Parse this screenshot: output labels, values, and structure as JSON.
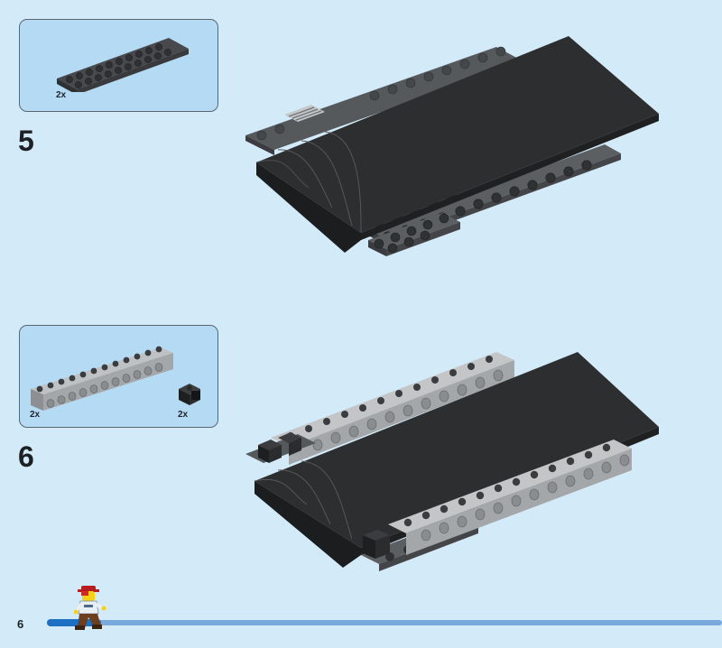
{
  "page": {
    "number": "6"
  },
  "steps": [
    {
      "number": "5",
      "parts": [
        {
          "qty": "2x",
          "part": "dark-grey-plate-2x10"
        }
      ]
    },
    {
      "number": "6",
      "parts": [
        {
          "qty": "2x",
          "part": "light-grey-technic-brick-1x12"
        },
        {
          "qty": "2x",
          "part": "black-brick-1x1-with-clip"
        }
      ]
    }
  ],
  "colors": {
    "background": "#d3ebf9",
    "callout": "#b5daf4",
    "black_part": "#2d2e30",
    "dark_grey_part": "#55595c",
    "light_grey_part": "#a4a7a9",
    "progress_bar": "#7aa9dc"
  },
  "progress": {
    "fraction": 0.1
  }
}
